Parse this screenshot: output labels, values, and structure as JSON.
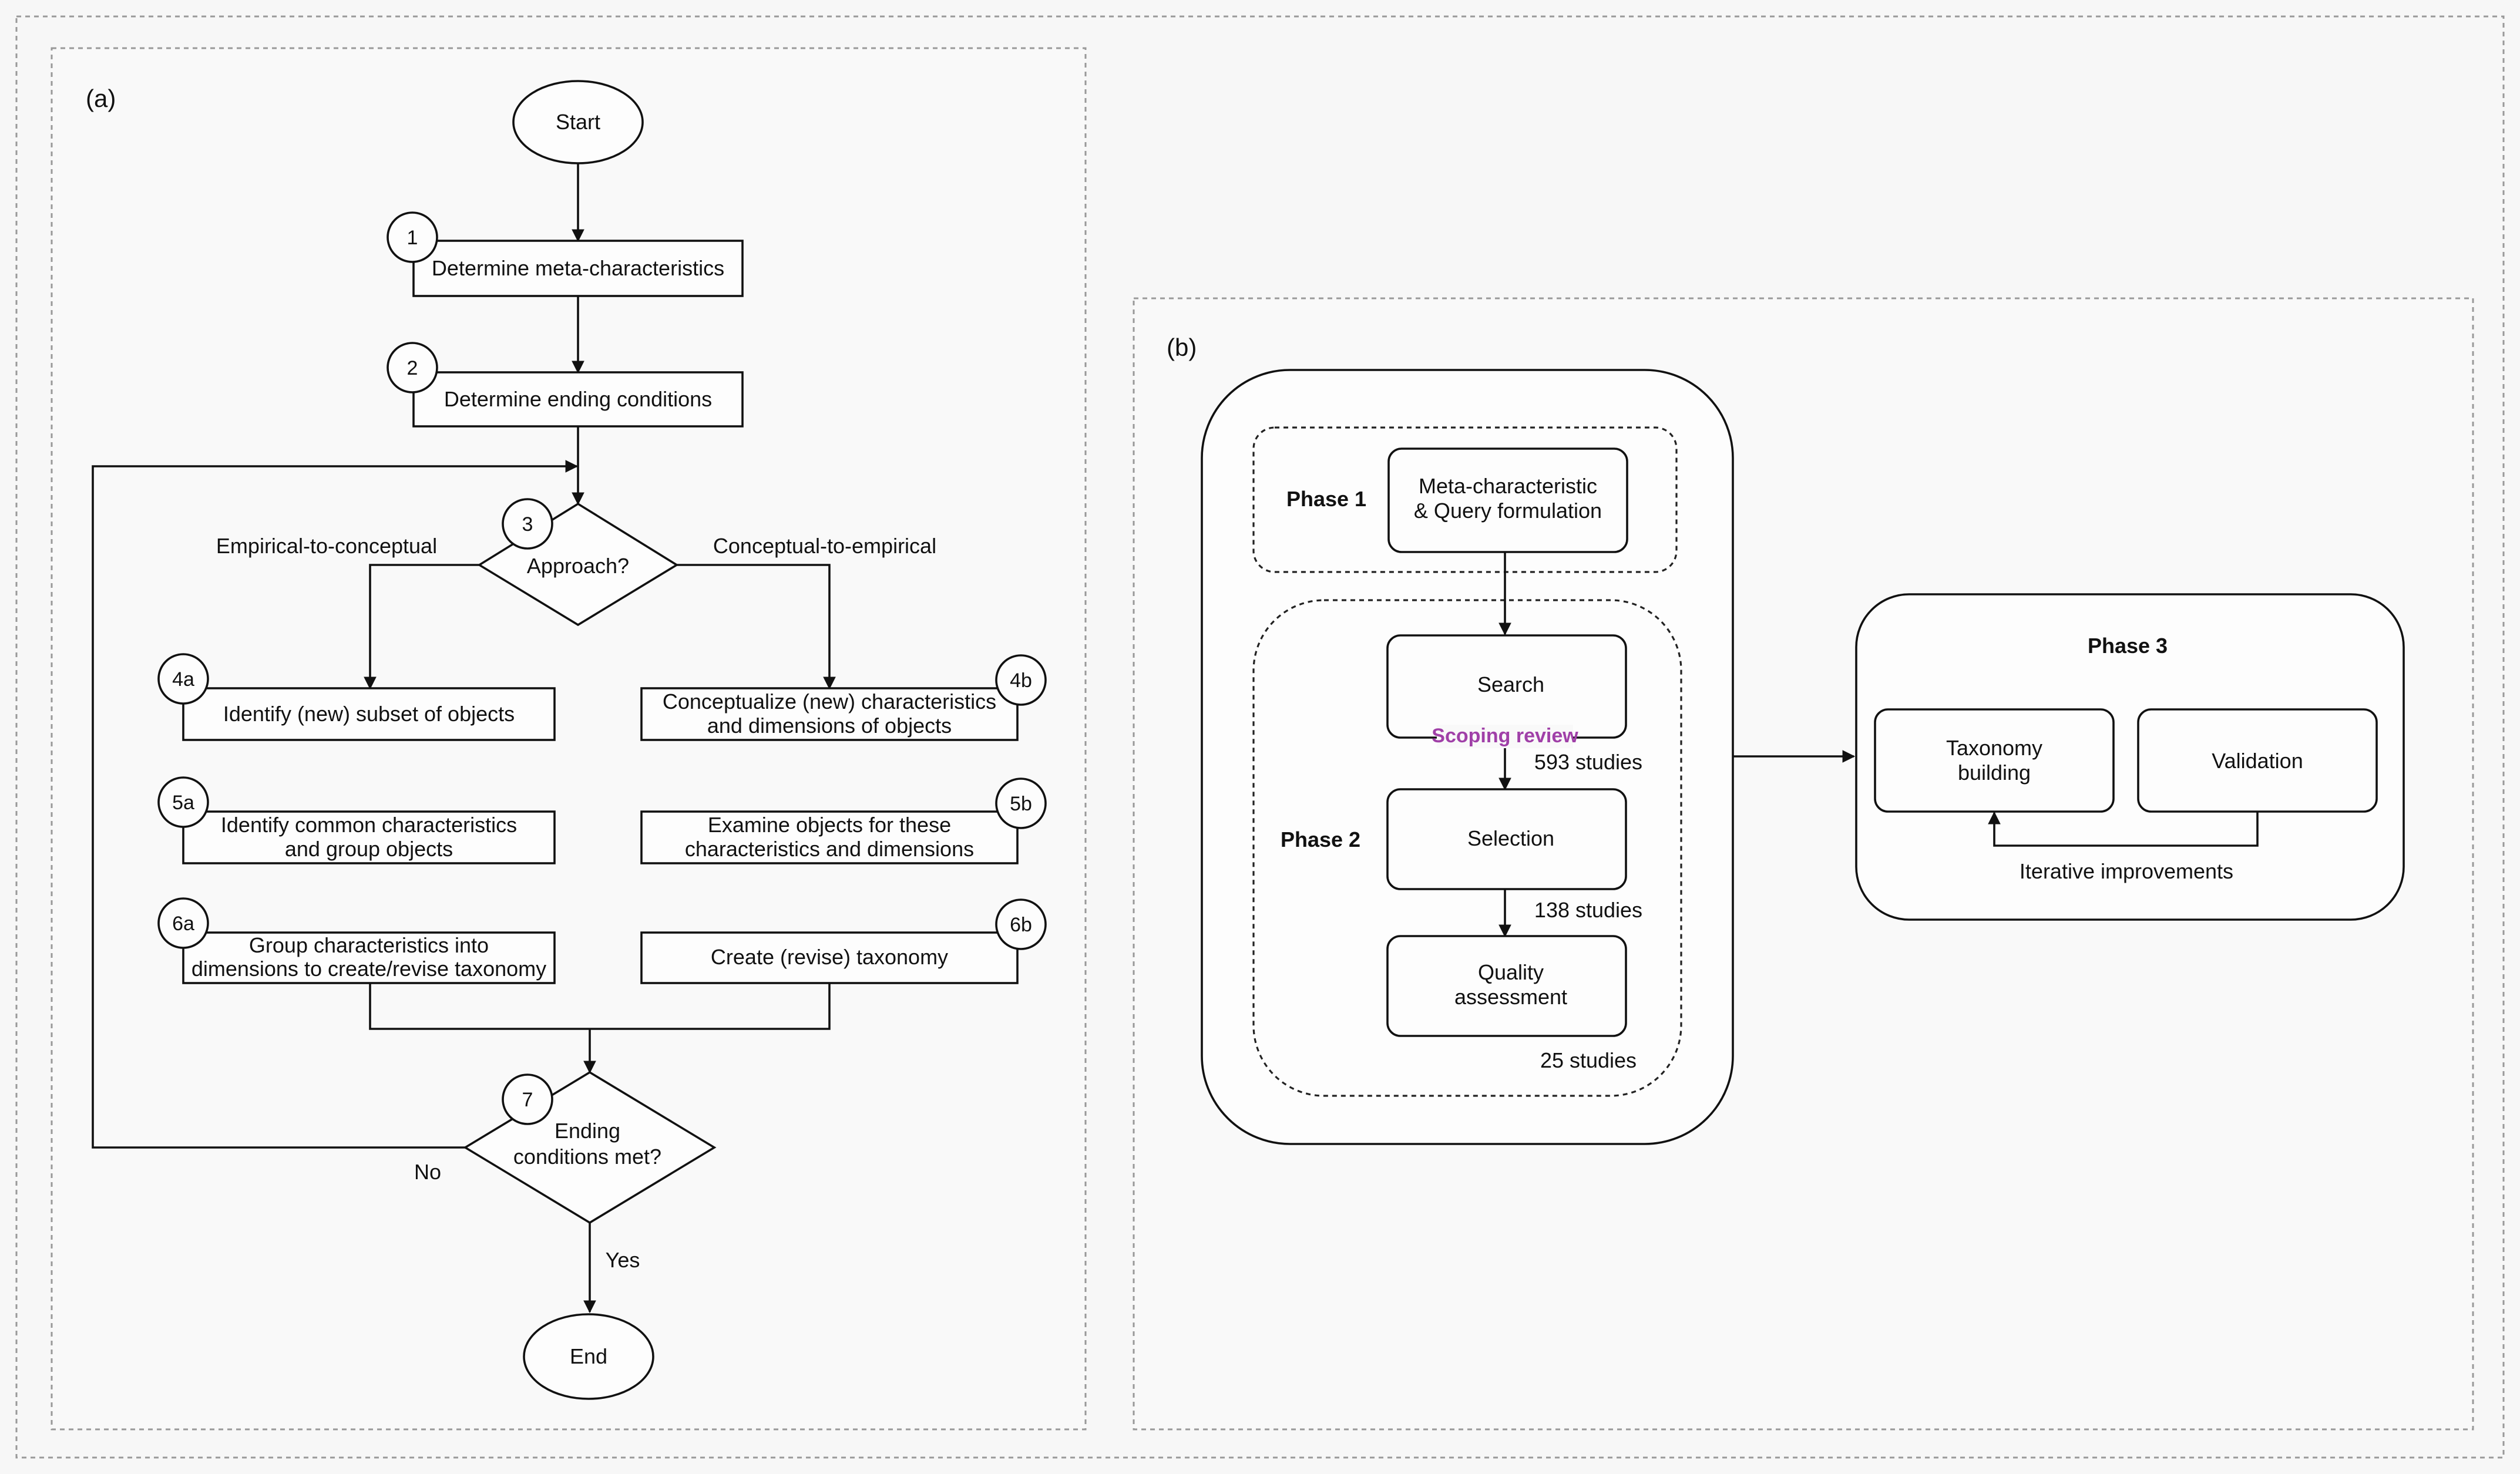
{
  "colors": {
    "background": "#f7f7f7",
    "panel": "#f9f9f9",
    "stroke": "#111111",
    "dashed_border": "#999999",
    "scoping_label": "#a040a8"
  },
  "panel_a": {
    "label": "(a)",
    "start": "Start",
    "end": "End",
    "step1": {
      "num": "1",
      "text": "Determine meta-characteristics"
    },
    "step2": {
      "num": "2",
      "text": "Determine ending conditions"
    },
    "step3": {
      "num": "3",
      "text": "Approach?"
    },
    "branch_left": "Empirical-to-conceptual",
    "branch_right": "Conceptual-to-empirical",
    "step4a": {
      "num": "4a",
      "text": "Identify (new) subset of objects"
    },
    "step4b": {
      "num": "4b",
      "line1": "Conceptualize (new) characteristics",
      "line2": "and dimensions of objects"
    },
    "step5a": {
      "num": "5a",
      "line1": "Identify common characteristics",
      "line2": "and group objects"
    },
    "step5b": {
      "num": "5b",
      "line1": "Examine objects for these",
      "line2": "characteristics and dimensions"
    },
    "step6a": {
      "num": "6a",
      "line1": "Group characteristics into",
      "line2": "dimensions to create/revise taxonomy"
    },
    "step6b": {
      "num": "6b",
      "text": "Create (revise) taxonomy"
    },
    "step7": {
      "num": "7",
      "line1": "Ending",
      "line2": "conditions met?"
    },
    "no_label": "No",
    "yes_label": "Yes"
  },
  "panel_b": {
    "label": "(b)",
    "phase1": {
      "label": "Phase 1",
      "box_line1": "Meta-characteristic",
      "box_line2": "& Query formulation"
    },
    "phase2": {
      "label": "Phase 2",
      "search": "Search",
      "scoping_review": "Scoping review",
      "count_search": "593 studies",
      "selection": "Selection",
      "count_selection": "138 studies",
      "quality_line1": "Quality",
      "quality_line2": "assessment",
      "count_quality": "25 studies"
    },
    "phase3": {
      "label": "Phase 3",
      "taxonomy_line1": "Taxonomy",
      "taxonomy_line2": "building",
      "validation": "Validation",
      "iterative": "Iterative improvements"
    }
  }
}
